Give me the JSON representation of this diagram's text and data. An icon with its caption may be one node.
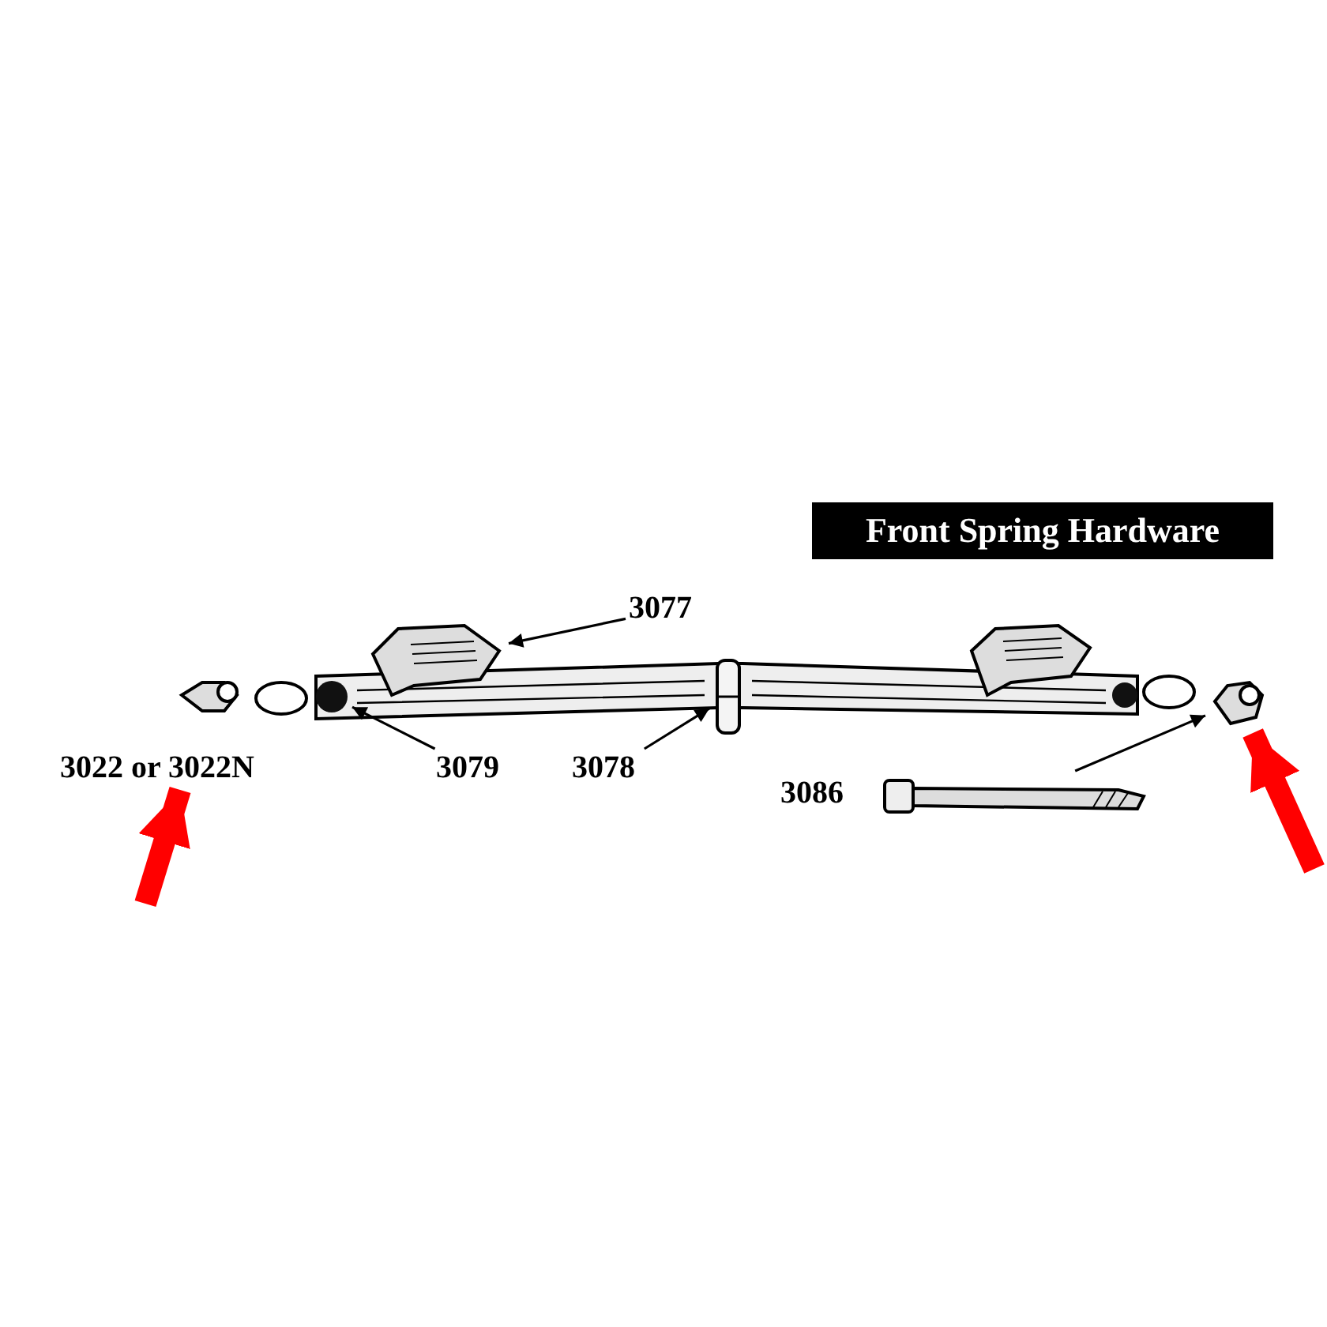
{
  "diagram": {
    "title": "Front Spring Hardware",
    "nodes": [
      {
        "text": [
          "3022 or 3022N"
        ]
      },
      {
        "text": [
          "3077"
        ]
      },
      {
        "text": [],
        "shape": "picture"
      },
      {
        "text": [
          "3079"
        ]
      },
      {
        "text": [],
        "shape": "circle"
      },
      {
        "text": [
          "3078"
        ]
      },
      {
        "text": [],
        "shape": "box"
      },
      {
        "text": [],
        "shape": "picture",
        "beside": [
          "3086"
        ]
      },
      {
        "text": [],
        "shape": "picture"
      }
    ],
    "edges": [
      {
        "from": 1,
        "to": 2,
        "arrow": "to"
      },
      {
        "from": 3,
        "to": 4,
        "arrow": "to"
      },
      {
        "from": 5,
        "to": 6,
        "arrow": "to"
      },
      {
        "from": 7,
        "to": 8,
        "arrow": "to"
      },
      {
        "from": null,
        "to": 0,
        "arrow": "to",
        "style": "thick",
        "color": "#ff0000"
      },
      {
        "from": null,
        "to": 8,
        "arrow": "to",
        "style": "thick",
        "color": "#ff0000"
      }
    ]
  }
}
